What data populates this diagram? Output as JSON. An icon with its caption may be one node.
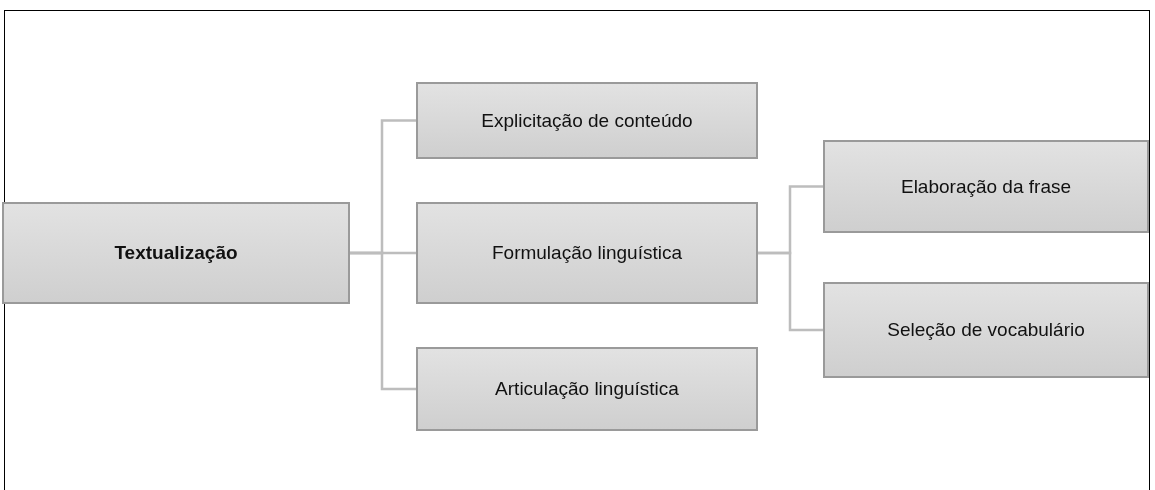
{
  "diagram": {
    "nodes": [
      {
        "text": [
          "Textualização"
        ]
      },
      {
        "text": [
          "Explicitação de conteúdo"
        ]
      },
      {
        "text": [
          "Formulação linguística"
        ]
      },
      {
        "text": [
          "Articulação linguística"
        ]
      },
      {
        "text": [
          "Elaboração da frase"
        ]
      },
      {
        "text": [
          "Seleção de vocabulário"
        ]
      }
    ],
    "edges": [
      {
        "from": 0,
        "to": 1,
        "arrow": "none"
      },
      {
        "from": 0,
        "to": 2,
        "arrow": "none"
      },
      {
        "from": 0,
        "to": 3,
        "arrow": "none"
      },
      {
        "from": 2,
        "to": 4,
        "arrow": "none"
      },
      {
        "from": 2,
        "to": 5,
        "arrow": "none"
      }
    ]
  }
}
